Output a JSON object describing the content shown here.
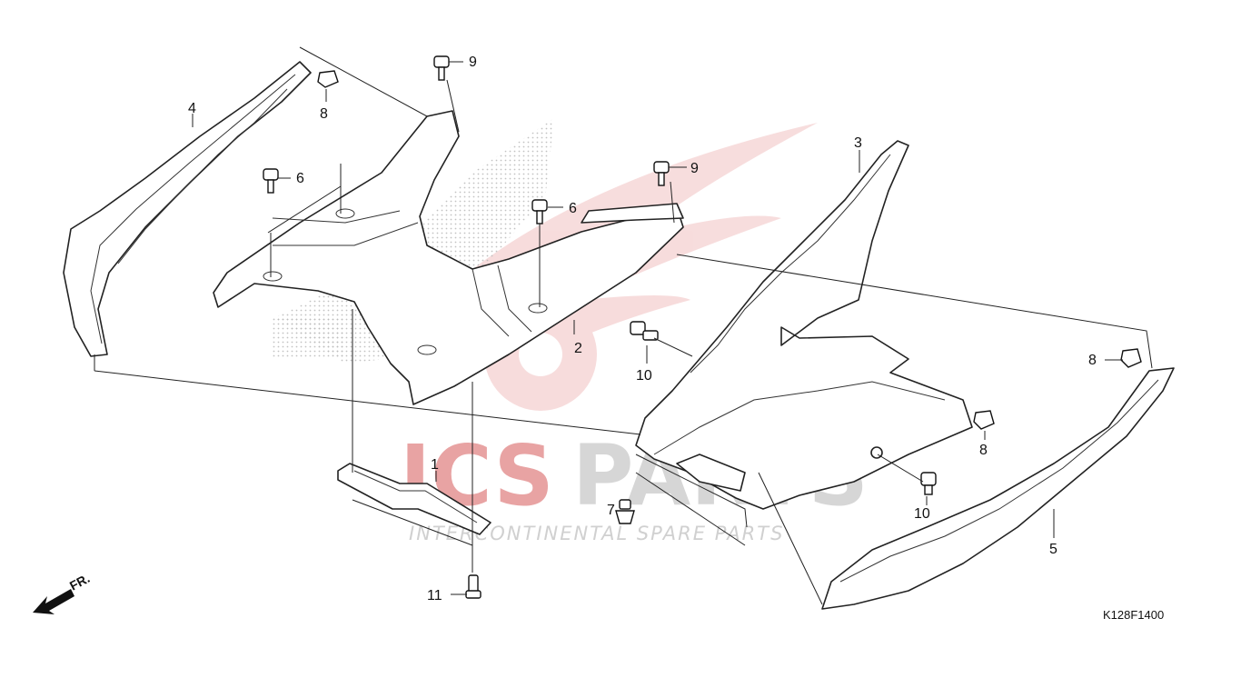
{
  "diagram_code": "K128F1400",
  "direction_label": "FR.",
  "watermark": {
    "brand_left": "ICS",
    "brand_right": "PARTS",
    "tagline": "INTERCONTINENTAL SPARE PARTS",
    "brand_left_color": "#e8a3a3",
    "brand_right_color": "#d6d6d6",
    "logo_color": "#f2c6c6"
  },
  "callouts": {
    "c1": "1",
    "c2": "2",
    "c3": "3",
    "c4": "4",
    "c5": "5",
    "c6a": "6",
    "c6b": "6",
    "c7": "7",
    "c8a": "8",
    "c8b": "8",
    "c8c": "8",
    "c9a": "9",
    "c9b": "9",
    "c10a": "10",
    "c10b": "10",
    "c11": "11"
  }
}
